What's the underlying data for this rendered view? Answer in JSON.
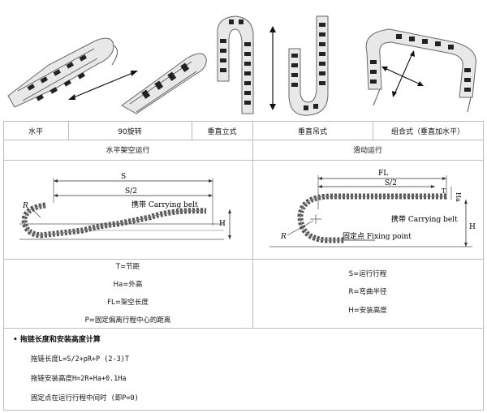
{
  "modes_row": {
    "horizontal": "水平",
    "rotate90": "90旋转",
    "vertical_standing": "垂直立式",
    "vertical_hanging": "垂直吊式",
    "combined": "组合式（垂直加水平）"
  },
  "operation_row": {
    "overhead": "水平架空运行",
    "sliding": "滑动运行"
  },
  "diagram_left": {
    "S": "S",
    "S_half": "S/2",
    "R": "R",
    "H": "H",
    "carrying_belt": "携带 Carrying belt"
  },
  "diagram_right": {
    "FL": "FL",
    "S_half": "S/2",
    "T": "T",
    "Ha": "Ha",
    "R": "R",
    "H": "H",
    "carrying_belt": "携带 Carrying belt",
    "fixing_point": "固定点  Fixing point"
  },
  "legend_left": [
    "T=节距",
    "Ha=外高",
    "FL=架空长度",
    "P=固定偏离行程中心的距离"
  ],
  "legend_right": [
    "S=运行行程",
    "R=弯曲半径",
    "H=安装高度"
  ],
  "calc": {
    "title": "• 拖链长度和安装高度计算",
    "formula_length": "拖链长度L=S/2+pR+P (2-3)T",
    "formula_height": "拖链安装高度H=2R+Ha+0.1Ha",
    "fixed_point_note": "固定点在运行行程中间时 (即P=0)"
  }
}
